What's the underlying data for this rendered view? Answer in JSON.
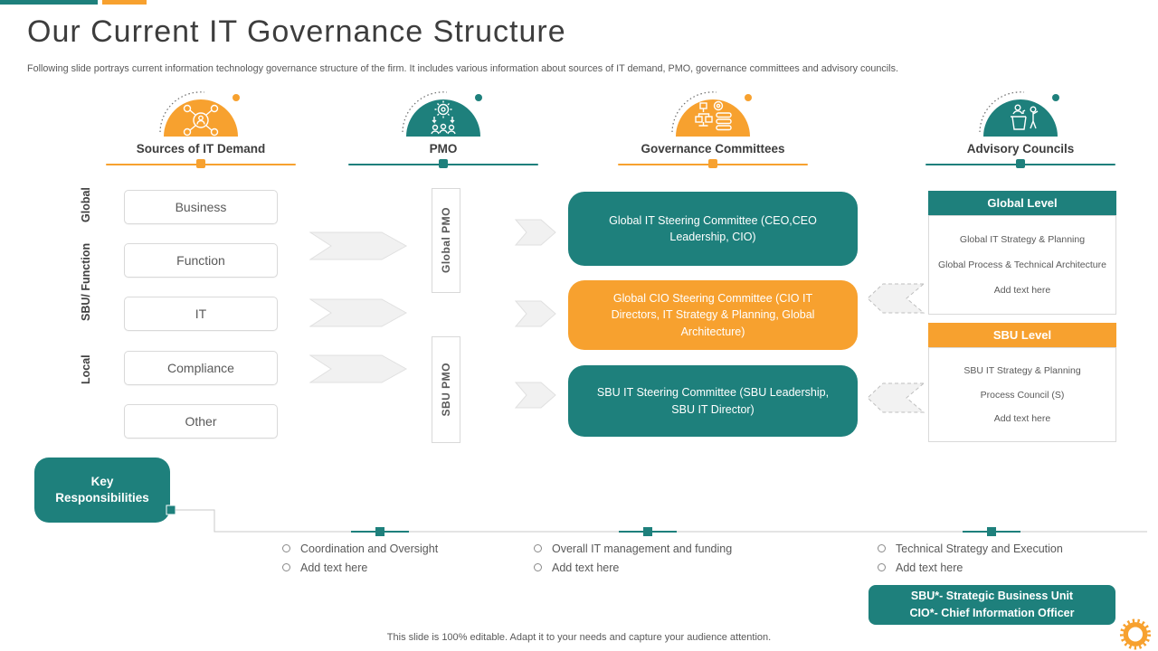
{
  "slide": {
    "title": "Our Current IT Governance Structure",
    "subtitle": "Following slide portrays current information technology governance structure of the firm. It includes various information about sources of IT demand, PMO,  governance committees and advisory councils.",
    "footer": "This slide is 100% editable. Adapt it to your  needs and capture your audience attention."
  },
  "colors": {
    "teal": "#1E807C",
    "orange": "#F7A12F",
    "text_dark": "#3d3d3d",
    "text_gray": "#595959"
  },
  "columns": [
    {
      "label": "Sources of IT Demand",
      "accent": "#F7A12F",
      "icon": "network-icon"
    },
    {
      "label": "PMO",
      "accent": "#1E807C",
      "icon": "gear-people-icon"
    },
    {
      "label": "Governance Committees",
      "accent": "#F7A12F",
      "icon": "flowchart-database-icon"
    },
    {
      "label": "Advisory Councils",
      "accent": "#1E807C",
      "icon": "podium-speaker-icon"
    }
  ],
  "row_labels": [
    "Global",
    "SBU/ Function",
    "Local"
  ],
  "demand": {
    "boxes": [
      "Business",
      "Function",
      "IT",
      "Compliance",
      "Other"
    ]
  },
  "pmo": {
    "boxes": [
      "Global PMO",
      "SBU PMO"
    ]
  },
  "committees": [
    {
      "text": "Global IT Steering Committee (CEO,CEO Leadership, CIO)",
      "color": "#1E807C"
    },
    {
      "text": "Global CIO Steering Committee (CIO IT Directors, IT Strategy & Planning, Global Architecture)",
      "color": "#F7A12F"
    },
    {
      "text": "SBU IT Steering Committee (SBU Leadership, SBU IT Director)",
      "color": "#1E807C"
    }
  ],
  "advisory": {
    "sections": [
      {
        "header": "Global Level",
        "accent": "#1E807C",
        "items": [
          "Global IT Strategy & Planning",
          "Global Process & Technical Architecture",
          "Add text here"
        ]
      },
      {
        "header": "SBU Level",
        "accent": "#F7A12F",
        "items": [
          "SBU IT Strategy & Planning",
          "Process Council (S)",
          "Add text here"
        ]
      }
    ]
  },
  "key_responsibilities": {
    "label": "Key Responsibilities"
  },
  "lists": [
    {
      "items": [
        "Coordination and Oversight",
        "Add text here"
      ]
    },
    {
      "items": [
        "Overall IT management and funding",
        "Add text here"
      ]
    },
    {
      "items": [
        "Technical Strategy and Execution",
        "Add text here"
      ]
    }
  ],
  "footnote": {
    "lines": [
      "SBU*- Strategic Business  Unit",
      "CIO*- Chief Information Officer"
    ]
  }
}
